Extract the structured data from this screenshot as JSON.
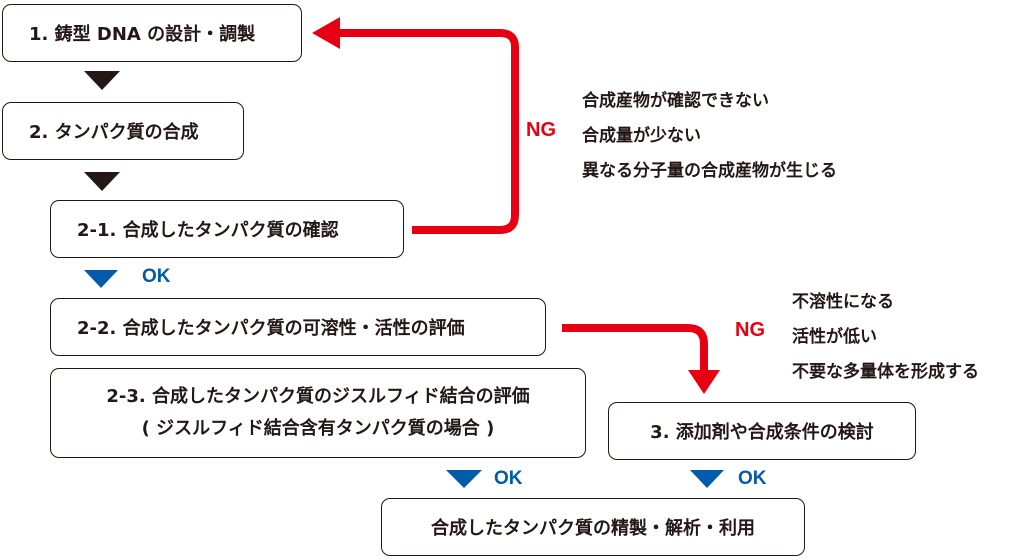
{
  "steps": {
    "s1": "1. 鋳型 DNA の設計・調製",
    "s2": "2. タンパク質の合成",
    "s2_1": "2-1. 合成したタンパク質の確認",
    "s2_2": "2-2. 合成したタンパク質の可溶性・活性の評価",
    "s2_3_line1": "2-3. 合成したタンパク質のジスルフィド結合の評価",
    "s2_3_line2": "( ジスルフィド結合含有タンパク質の場合 )",
    "s3": "3. 添加剤や合成条件の検討",
    "final": "合成したタンパク質の精製・解析・利用"
  },
  "ng1": {
    "label": "NG",
    "reasons": [
      "合成産物が確認できない",
      "合成量が少ない",
      "異なる分子量の合成産物が生じる"
    ]
  },
  "ng2": {
    "label": "NG",
    "reasons": [
      "不溶性になる",
      "活性が低い",
      "不要な多量体を形成する"
    ]
  },
  "ok_labels": {
    "ok1": "OK",
    "ok2": "OK",
    "ok3": "OK"
  },
  "colors": {
    "ng": "#e60012",
    "ok": "#005bab",
    "dark": "#231815"
  }
}
